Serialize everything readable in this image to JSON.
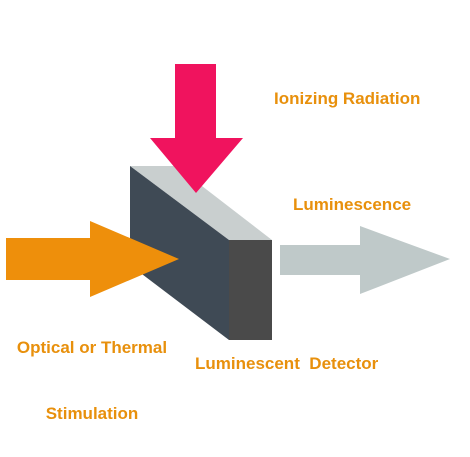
{
  "labels": {
    "ionizing_radiation": "Ionizing Radiation",
    "luminescence": "Luminescence",
    "stimulation_line1": "Optical or Thermal",
    "stimulation_line2": "Stimulation",
    "detector": "Luminescent  Detector"
  },
  "colors": {
    "label_text": "#E8900C",
    "radiation_arrow": "#F0135E",
    "stimulation_arrow": "#EE8F0B",
    "luminescence_arrow": "#BFC9C9",
    "detector_front": "#3F4A55",
    "detector_top": "#C9CFCF",
    "detector_side": "#4A4A4A"
  }
}
